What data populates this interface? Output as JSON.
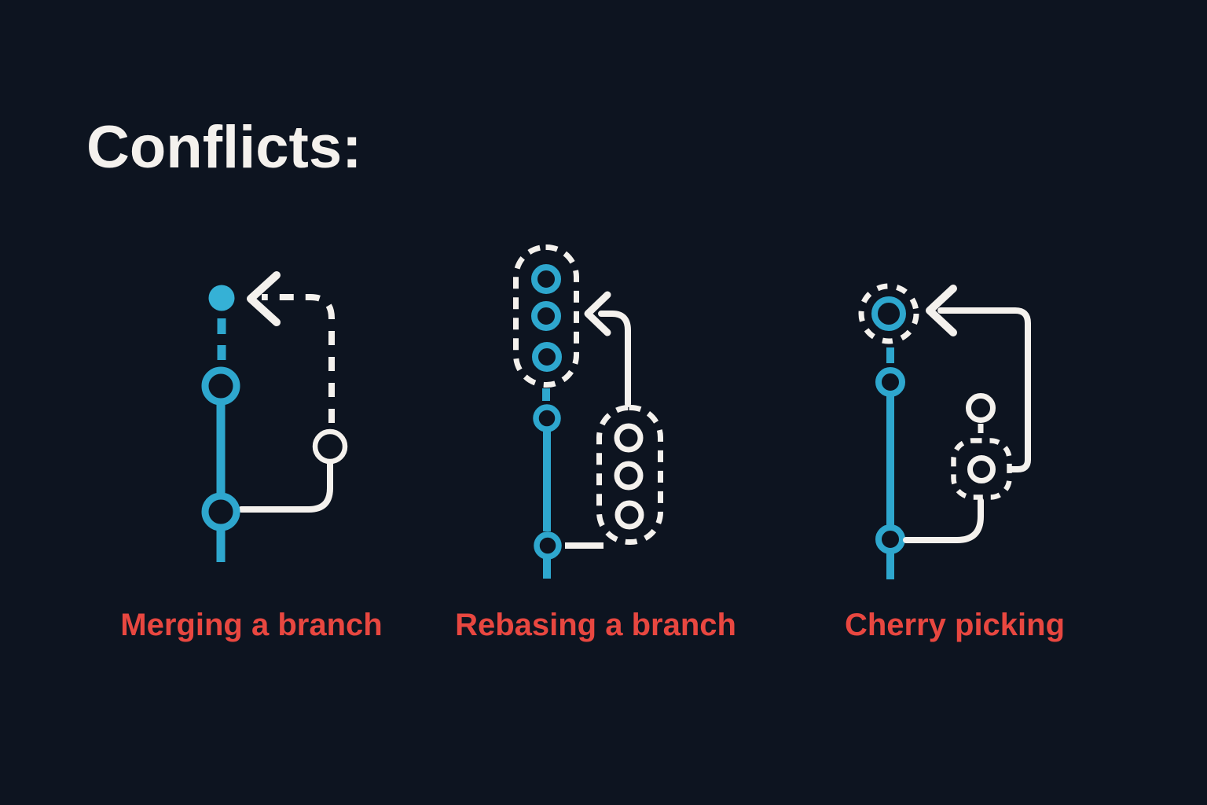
{
  "title": "Conflicts:",
  "colors": {
    "background": "#0d1420",
    "teal": "#2ea7ce",
    "teal-bright": "#35b1d6",
    "white": "#f4f1ed",
    "red": "#e84740"
  },
  "panels": [
    {
      "icon": "merge-branch-diagram",
      "label": "Merging a branch"
    },
    {
      "icon": "rebase-branch-diagram",
      "label": "Rebasing a branch"
    },
    {
      "icon": "cherry-pick-diagram",
      "label": "Cherry picking"
    }
  ]
}
